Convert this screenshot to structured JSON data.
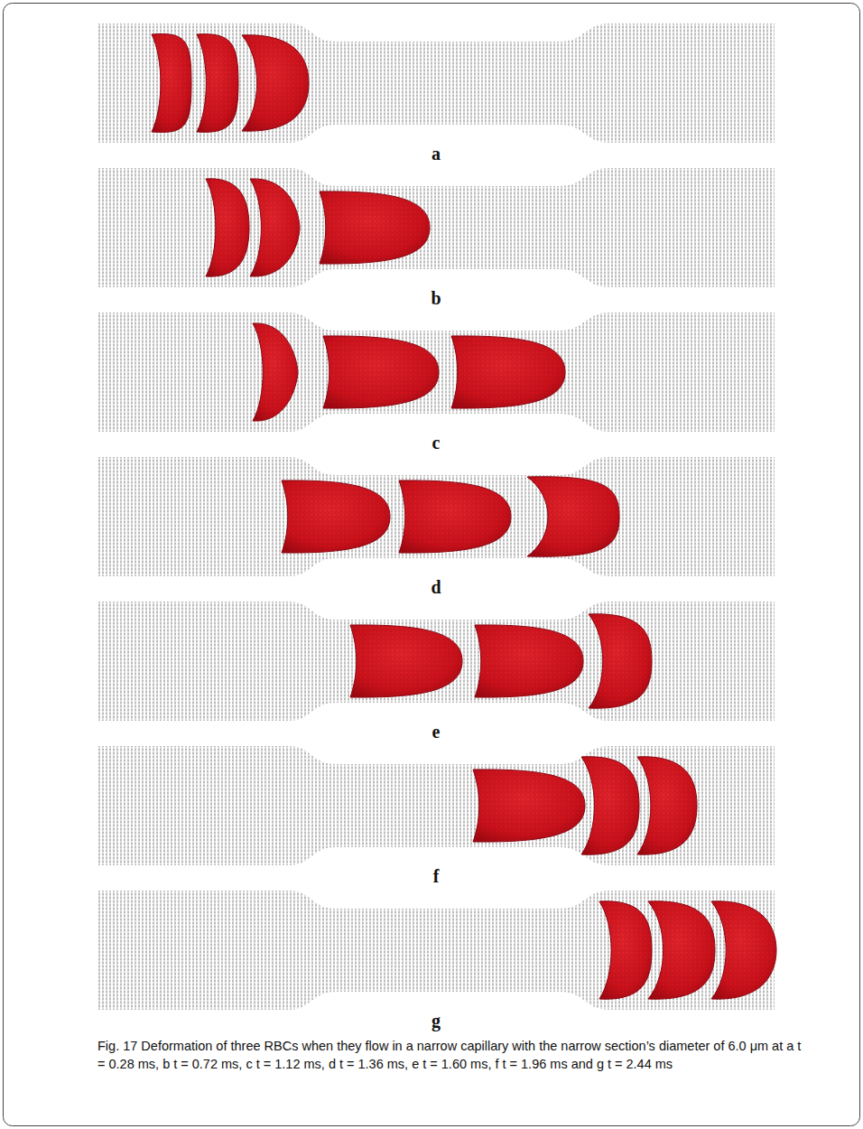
{
  "diagram": {
    "caption": "Fig. 17 Deformation of three RBCs when they flow in a narrow capillary with the narrow section’s diameter of 6.0 μm at a t = 0.28 ms, b t = 0.72 ms, c t = 1.12 ms, d t = 1.36 ms, e t = 1.60 ms, f t = 1.96 ms and g t = 2.44 ms",
    "labels": [
      "a",
      "b",
      "c",
      "d",
      "e",
      "f",
      "g"
    ]
  }
}
